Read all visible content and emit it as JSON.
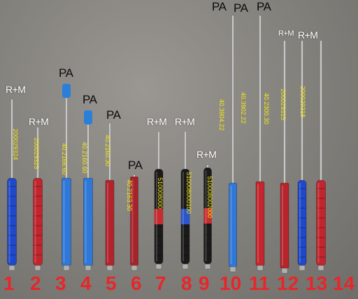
{
  "lances": [
    {
      "number": "1",
      "brand": "R+M",
      "part_number": "200029324",
      "handle_color": "#1f49c9",
      "handle_style": "grip"
    },
    {
      "number": "2",
      "brand": "R+M",
      "part_number": "200029325",
      "handle_color": "#c2252d",
      "handle_style": "grip"
    },
    {
      "number": "3",
      "brand": "PA",
      "part_number": "40.2166.60",
      "handle_color": "#2f78d8",
      "handle_style": "smooth",
      "tip_color": "#2a7fd8"
    },
    {
      "number": "4",
      "brand": "PA",
      "part_number": "40.2160.60",
      "handle_color": "#2f78d8",
      "handle_style": "smooth",
      "tip_color": "#2a7fd8"
    },
    {
      "number": "5",
      "brand": "PA",
      "part_number": "40.2160.30",
      "handle_color": "#b3232b",
      "handle_style": "smooth"
    },
    {
      "number": "6",
      "brand": "PA",
      "part_number": "40.2163.30",
      "handle_color": "#a82229",
      "handle_style": "smooth"
    },
    {
      "number": "7",
      "brand": "R+M",
      "part_number": "510008000",
      "handle_color": "#1a1a1a",
      "handle_style": "grip-band",
      "band_color": "#c92a2f"
    },
    {
      "number": "8",
      "brand": "R+M",
      "part_number": "510008000100",
      "handle_color": "#1a1a1a",
      "handle_style": "grip-band",
      "band_color": "#2a55cc"
    },
    {
      "number": "9",
      "brand": "R+M",
      "part_number": "510008002000",
      "handle_color": "#1a1a1a",
      "handle_style": "grip-band",
      "band_color": "#c92a2f"
    },
    {
      "number": "10",
      "brand": "PA",
      "part_number": "40.3904.22",
      "handle_color": "#2f78d8",
      "handle_style": "smooth"
    },
    {
      "number": "11",
      "brand": "PA",
      "part_number": "40.3902.22",
      "handle_color": "#c2262e",
      "handle_style": "smooth"
    },
    {
      "number": "12",
      "brand": "PA",
      "part_number": "40.2300.30",
      "handle_color": "#b8242c",
      "handle_style": "smooth"
    },
    {
      "number": "13",
      "brand": "R+M",
      "part_number": "200029315",
      "handle_color": "#1f49c9",
      "handle_style": "grip"
    },
    {
      "number": "14",
      "brand": "R+M",
      "part_number": "200029318",
      "handle_color": "#c2252d",
      "handle_style": "grip"
    }
  ],
  "colors": {
    "number_label": "#e8262a",
    "part_number_label": "#f5e615",
    "brand_label": "#ffffff",
    "background": "#8a8884"
  }
}
